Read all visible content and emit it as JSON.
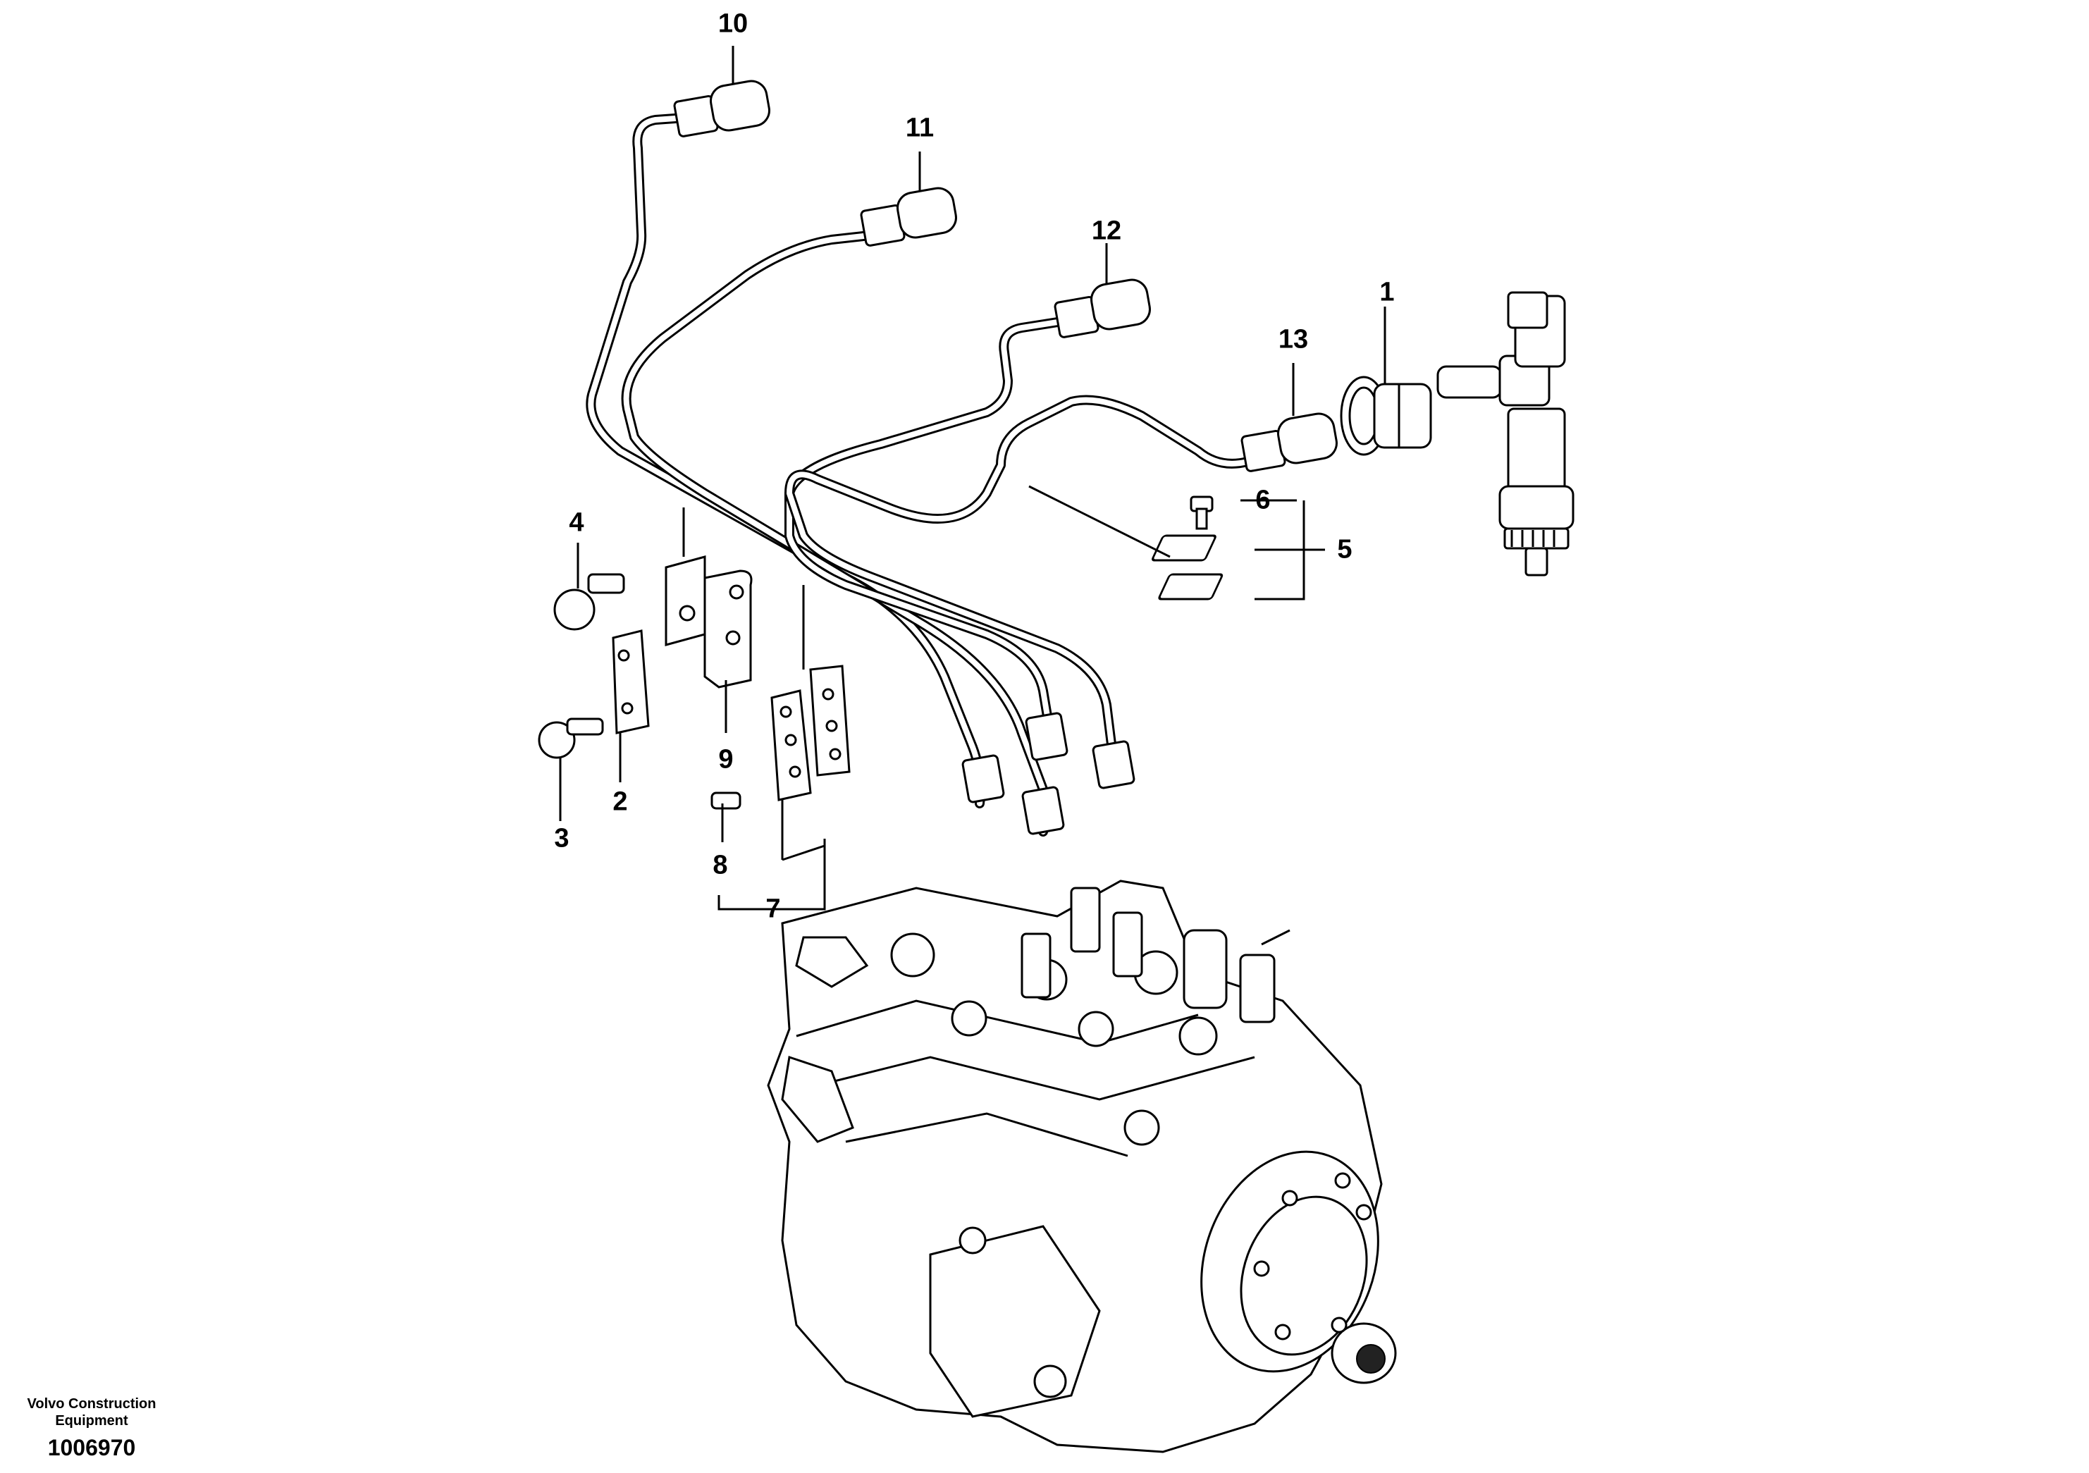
{
  "callouts": {
    "c1": "1",
    "c2": "2",
    "c3": "3",
    "c4": "4",
    "c5": "5",
    "c6": "6",
    "c7": "7",
    "c8": "8",
    "c9": "9",
    "c10": "10",
    "c11": "11",
    "c12": "12",
    "c13": "13"
  },
  "footer": {
    "brand": "Volvo Construction",
    "brand2": "Equipment",
    "figure_number": "1006970"
  }
}
